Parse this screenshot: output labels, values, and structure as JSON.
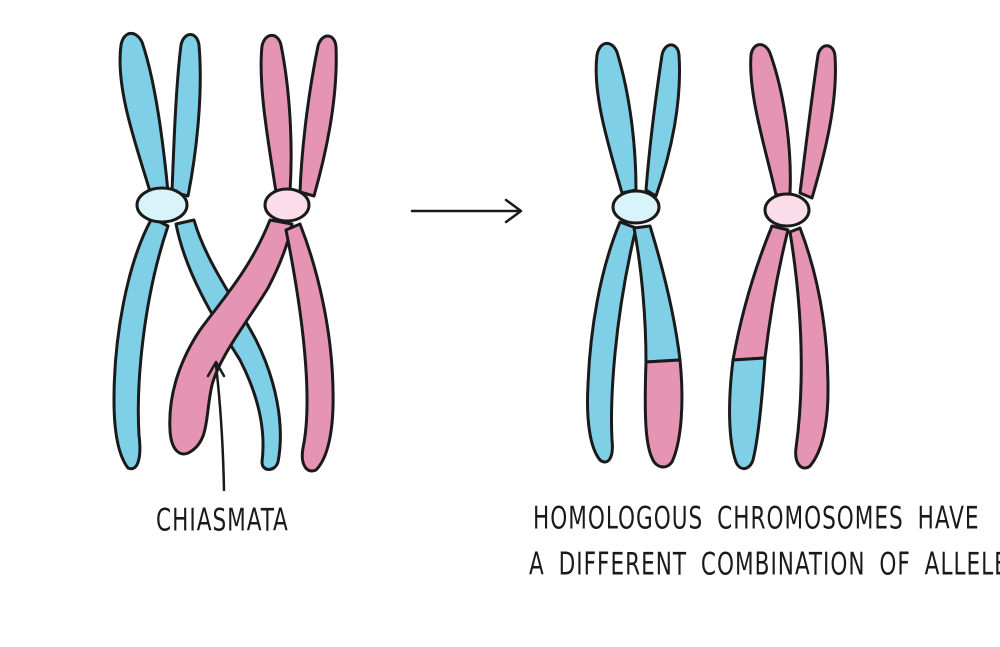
{
  "labels": {
    "chiasmata": "CHIASMATA",
    "result_line1": "HOMOLOGOUS CHROMOSOMES HAVE",
    "result_line2": "A DIFFERENT COMBINATION OF ALLELES"
  },
  "colors": {
    "blue_chromatid": "#7fcfe6",
    "pink_chromatid": "#e595b3",
    "blue_centromere": "#d9f3fa",
    "pink_centromere": "#fbdde9",
    "outline": "#1a1a1a"
  }
}
